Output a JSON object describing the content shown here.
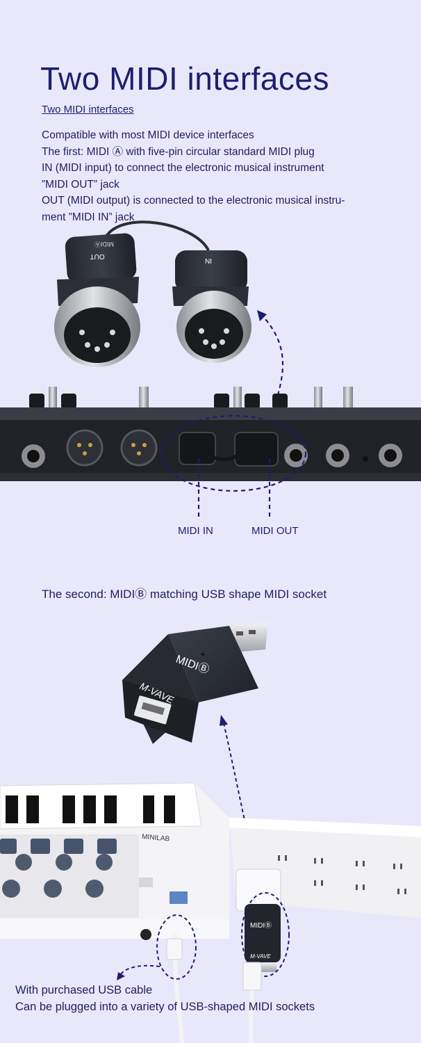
{
  "header": {
    "title": "Two MIDI interfaces",
    "subtitle": "Two MIDI interfaces"
  },
  "description": {
    "lines": [
      "Compatible with most MIDI device interfaces",
      "The first: MIDI Ⓐ with five-pin circular standard MIDI plug",
      "IN (MIDI input) to connect the electronic musical instrument",
      "”MIDI OUT” jack",
      "OUT (MIDI output) is connected to the electronic musical instru-",
      "ment ”MIDI IN” jack"
    ]
  },
  "figure_a": {
    "plug_out_label": "OUT",
    "plug_in_label": "IN",
    "plug_brand": "MIDIⒶ",
    "midi_in_label": "MIDI IN",
    "midi_out_label": "MIDI OUT"
  },
  "section_b": {
    "text": "The second: MIDIⒷ matching USB shape MIDI socket",
    "adapter_model": "MIDIⒷ",
    "adapter_brand": "M-VAVE",
    "keyboard_brand": "MINILAB",
    "small_adapter_model": "MIDIⒷ",
    "small_adapter_brand": "M-VAVE"
  },
  "footer": {
    "lines": [
      "With purchased USB cable",
      "Can be plugged into a variety of USB-shaped MIDI sockets"
    ]
  },
  "colors": {
    "background": "#e9e8fb",
    "text": "#1d1f5c",
    "dashed": "#1c1e6e",
    "device_dark": "#2a2d35"
  }
}
